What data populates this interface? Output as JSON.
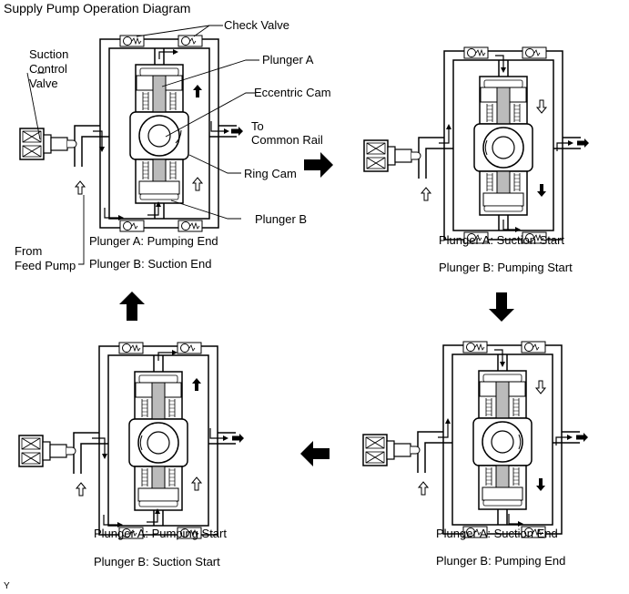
{
  "title": "Supply Pump Operation Diagram",
  "callouts": {
    "check_valve": "Check Valve",
    "plunger_a": "Plunger A",
    "eccentric_cam": "Eccentric Cam",
    "to_common_rail": [
      "To",
      "Common Rail"
    ],
    "ring_cam": "Ring Cam",
    "plunger_b": "Plunger B",
    "suction_control_valve": [
      "Suction",
      "Control",
      "Valve"
    ],
    "from_feed_pump": [
      "From",
      "Feed Pump"
    ]
  },
  "stages": [
    {
      "id": "stage-1",
      "caption_a": "Plunger A: Pumping End",
      "caption_b": "Plunger B: Suction End",
      "plunger_a_motion": "up-solid",
      "plunger_b_motion": "up-hollow",
      "cam_rotation": "clockwise",
      "inlet_flow": "left-down",
      "top_flow": "out-right",
      "bottom_flow": "in-up"
    },
    {
      "id": "stage-2",
      "caption_a": "Plunger A: Suction Start",
      "caption_b": "Plunger B: Pumping Start",
      "plunger_a_motion": "down-hollow",
      "plunger_b_motion": "down-solid",
      "cam_rotation": "counterclockwise",
      "inlet_flow": "left-up",
      "top_flow": "in-down",
      "bottom_flow": "out-down"
    },
    {
      "id": "stage-3",
      "caption_a": "Plunger A: Suction End",
      "caption_b": "Plunger B: Pumping End",
      "plunger_a_motion": "down-hollow",
      "plunger_b_motion": "down-solid",
      "cam_rotation": "clockwise",
      "inlet_flow": "left-up",
      "top_flow": "in-down",
      "bottom_flow": "out-down"
    },
    {
      "id": "stage-4",
      "caption_a": "Plunger A: Pumping Start",
      "caption_b": "Plunger B: Suction Start",
      "plunger_a_motion": "up-solid",
      "plunger_b_motion": "up-hollow",
      "cam_rotation": "counterclockwise",
      "inlet_flow": "left-down",
      "top_flow": "out-right",
      "bottom_flow": "in-up"
    }
  ],
  "sequence_arrows": [
    {
      "from": "stage-1",
      "to": "stage-2",
      "direction": "right"
    },
    {
      "from": "stage-2",
      "to": "stage-3",
      "direction": "down"
    },
    {
      "from": "stage-3",
      "to": "stage-4",
      "direction": "left"
    },
    {
      "from": "stage-4",
      "to": "stage-1",
      "direction": "up"
    }
  ],
  "footer_mark": "Y"
}
